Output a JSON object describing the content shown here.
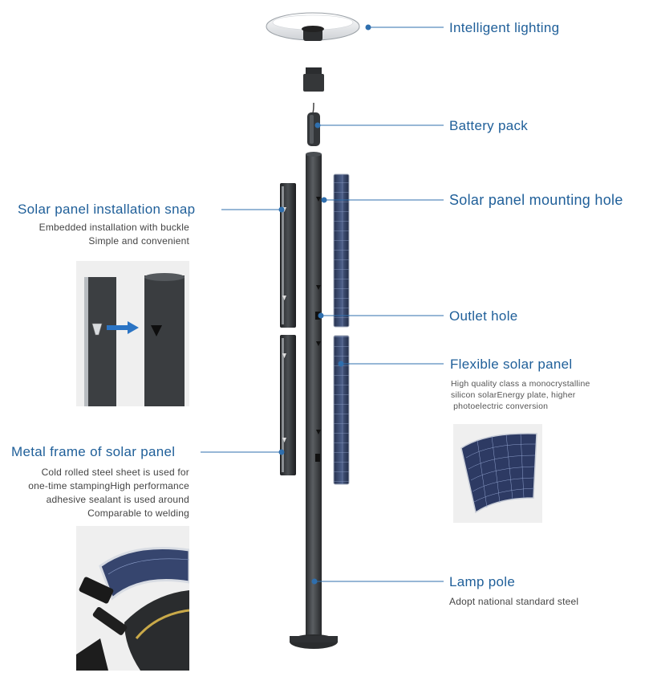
{
  "callouts": {
    "intelligent_lighting": {
      "title": "Intelligent lighting"
    },
    "battery_pack": {
      "title": "Battery pack"
    },
    "mounting_hole": {
      "title": "Solar panel mounting hole"
    },
    "installation_snap": {
      "title": "Solar panel installation snap",
      "lines": [
        "Embedded installation with buckle",
        "Simple and convenient"
      ]
    },
    "outlet_hole": {
      "title": "Outlet hole"
    },
    "flexible_panel": {
      "title": "Flexible solar panel",
      "lines": [
        "High quality class a monocrystalline",
        "silicon solarEnergy plate, higher",
        " photoelectric conversion"
      ]
    },
    "metal_frame": {
      "title": "Metal frame of solar panel",
      "lines": [
        "Cold rolled steel sheet is used for",
        "one-time stampingHigh performance",
        "adhesive sealant is used around",
        "Comparable to welding"
      ]
    },
    "lamp_pole": {
      "title": "Lamp pole",
      "lines": [
        "Adopt national standard steel"
      ]
    }
  },
  "colors": {
    "accent": "#1f5f99",
    "pole": "#3a3d40",
    "solar_cell": "#2f3f6a",
    "arrow": "#2b74c4"
  }
}
